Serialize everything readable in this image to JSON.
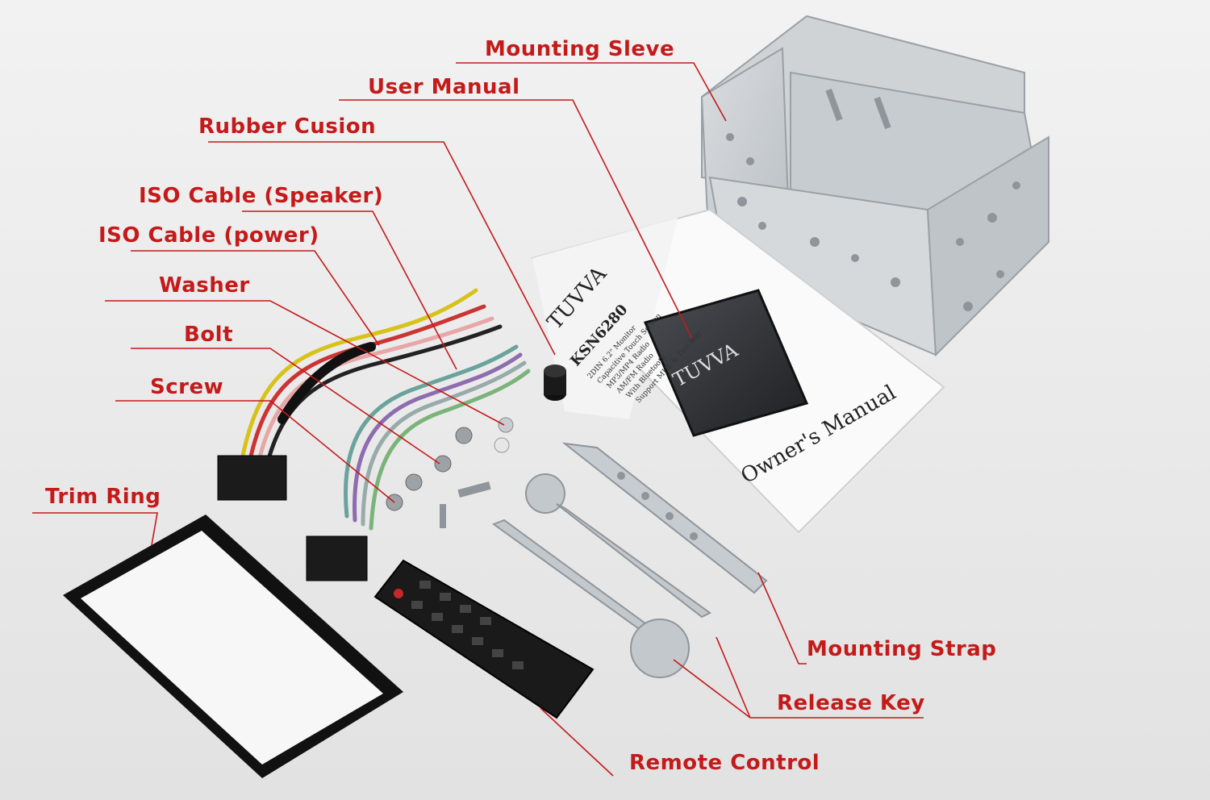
{
  "labels": {
    "mounting_sleeve": "Mounting Sleve",
    "user_manual": "User Manual",
    "rubber_cushion": "Rubber Cusion",
    "iso_speaker": "ISO Cable (Speaker)",
    "iso_power": "ISO Cable (power)",
    "washer": "Washer",
    "bolt": "Bolt",
    "screw": "Screw",
    "trim_ring": "Trim Ring",
    "mounting_strap": "Mounting Strap",
    "release_key": "Release Key",
    "remote_control": "Remote Control"
  },
  "manual": {
    "brand": "TUVVA",
    "model": "KSN6280",
    "features": [
      "2DIN 6.2\" Monitor",
      "Capacitive Touch Screen",
      "MP3/MP4 Radio",
      "AM/FM Radio",
      "With Bluetooth",
      "Support MHL & Two Way"
    ],
    "title": "Owner's Manual",
    "screen_brand": "TUVVA"
  },
  "colors": {
    "label_red": "#c41a1a",
    "leader_line": "#c41a1a",
    "background": "#ececec"
  }
}
